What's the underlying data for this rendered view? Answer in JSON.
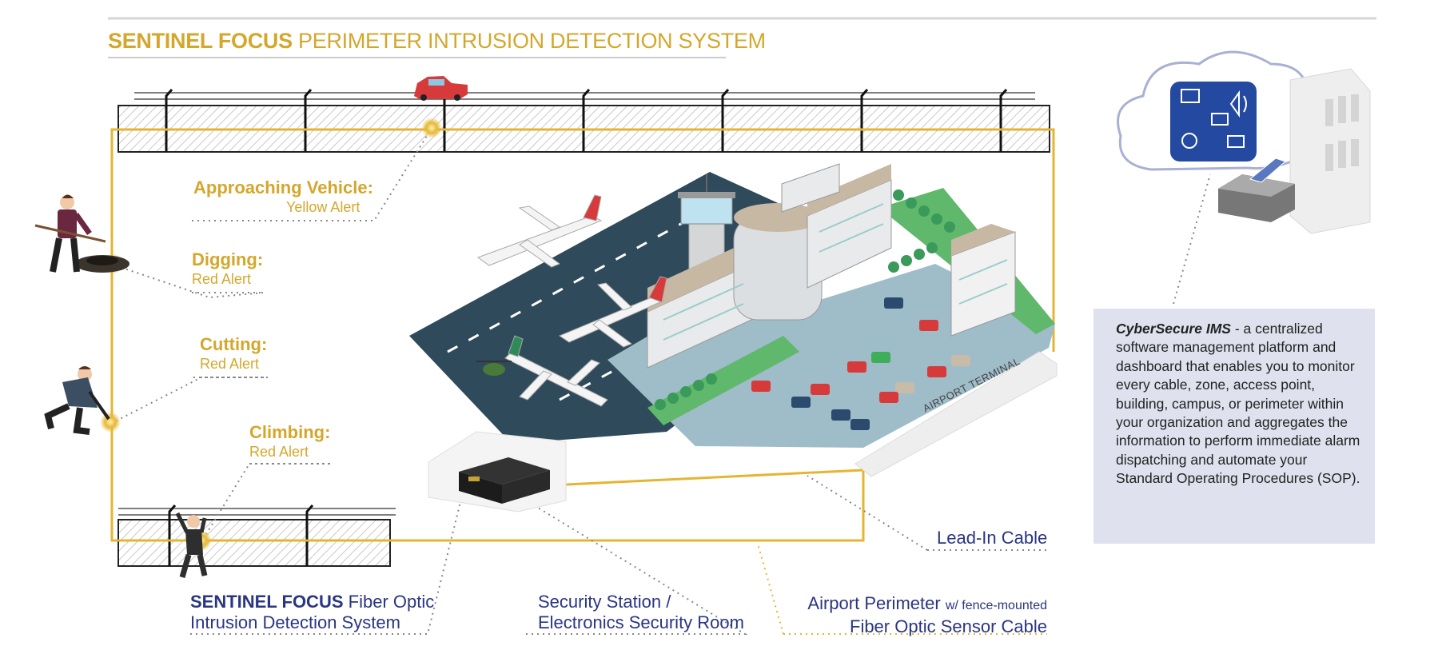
{
  "title": {
    "brand": "SENTINEL FOCUS",
    "rest": "PERIMETER INTRUSION DETECTION SYSTEM"
  },
  "alerts": [
    {
      "event": "Approaching Vehicle:",
      "level": "Yellow Alert"
    },
    {
      "event": "Digging:",
      "level": "Red Alert"
    },
    {
      "event": "Cutting:",
      "level": "Red Alert"
    },
    {
      "event": "Climbing:",
      "level": "Red Alert"
    }
  ],
  "captions": {
    "sentinel_brand": "SENTINEL FOCUS",
    "sentinel_line1_rest": "Fiber Optic",
    "sentinel_line2": "Intrusion Detection System",
    "station_line1": "Security Station /",
    "station_line2": "Electronics Security Room",
    "perimeter_main": "Airport Perimeter",
    "perimeter_small": "w/ fence-mounted",
    "perimeter_line2": "Fiber Optic Sensor Cable",
    "lead_in": "Lead-In Cable",
    "terminal": "AIRPORT TERMINAL"
  },
  "info": {
    "product": "CyberSecure IMS",
    "description": " - a centralized software management platform and dashboard that enables you to monitor every cable, zone, access point, building, campus, or perimeter within your organization and aggregates the information to perform immediate alarm dispatching and automate your Standard Operating Procedures (SOP)."
  },
  "colors": {
    "gold": "#d4a72c",
    "navy": "#2a3583",
    "runway": "#2f4a5a",
    "grass": "#5fb86b",
    "info_bg": "#dfe2ee"
  }
}
